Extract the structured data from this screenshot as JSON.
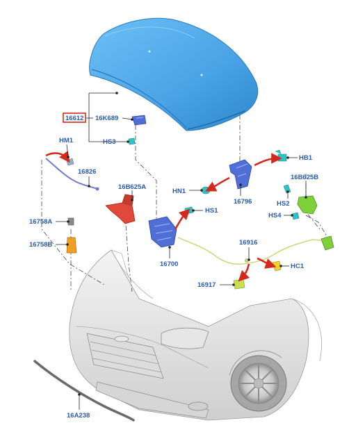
{
  "labels": {
    "hood": "16612",
    "hood_hinge_cover": "16K689",
    "hs3": "HS3",
    "hm1": "HM1",
    "prop_rod": "16826",
    "latch_bracket": "16B625A",
    "hn1": "HN1",
    "striker": "16796",
    "hb1": "HB1",
    "right_bracket": "16B625B",
    "hs2": "HS2",
    "hs4": "HS4",
    "hs1": "HS1",
    "bumper_a": "16758A",
    "bumper_b": "16758B",
    "latch": "16700",
    "release_cable": "16916",
    "hc1": "HC1",
    "cable_clip": "16917",
    "seal": "16A238"
  },
  "colors": {
    "hood": "#4aa3e6",
    "label_text": "#2a5aa8",
    "highlight_box": "#d42a1e",
    "arrow": "#d42a1e",
    "latch_part": "#4f6fd6",
    "clip": "#2fc3c8",
    "green_part": "#7fd13a",
    "orange_part": "#f0a020",
    "red_part": "#e0483a",
    "yellow_green": "#c8e050",
    "cable": "#c8d880"
  },
  "icons": [
    "red-arrow-icon",
    "clip-icon",
    "bumper-icon"
  ]
}
